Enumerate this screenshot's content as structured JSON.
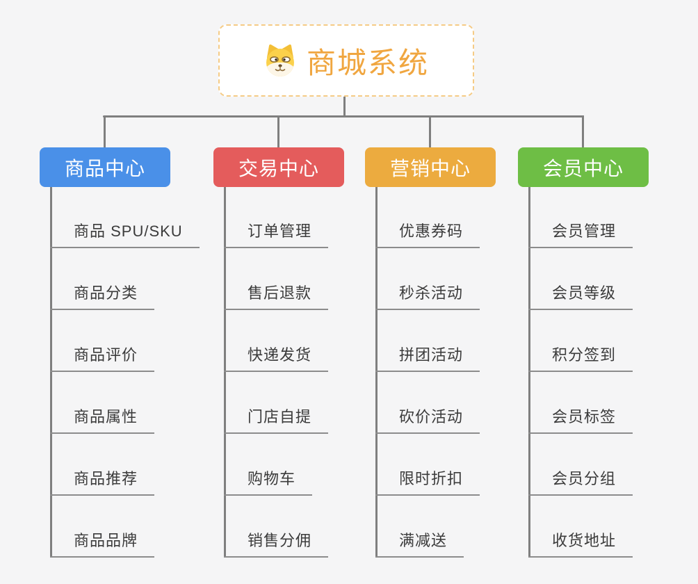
{
  "root": {
    "title": "商城系统",
    "icon": "shiba-dog-icon"
  },
  "branches": [
    {
      "label": "商品中心",
      "color": "#4a90e8",
      "children": [
        "商品 SPU/SKU",
        "商品分类",
        "商品评价",
        "商品属性",
        "商品推荐",
        "商品品牌"
      ]
    },
    {
      "label": "交易中心",
      "color": "#e45c5c",
      "children": [
        "订单管理",
        "售后退款",
        "快递发货",
        "门店自提",
        "购物车",
        "销售分佣"
      ]
    },
    {
      "label": "营销中心",
      "color": "#ecab3f",
      "children": [
        "优惠券码",
        "秒杀活动",
        "拼团活动",
        "砍价活动",
        "限时折扣",
        "满减送"
      ]
    },
    {
      "label": "会员中心",
      "color": "#6ebe45",
      "children": [
        "会员管理",
        "会员等级",
        "积分签到",
        "会员标签",
        "会员分组",
        "收货地址"
      ]
    }
  ],
  "colors": {
    "background": "#f5f5f6",
    "connector": "#7f7f7f",
    "underline": "#8c8c8c",
    "leaf_text": "#3b3b3b",
    "root_text": "#f0a640",
    "root_border": "#f5cb85"
  }
}
